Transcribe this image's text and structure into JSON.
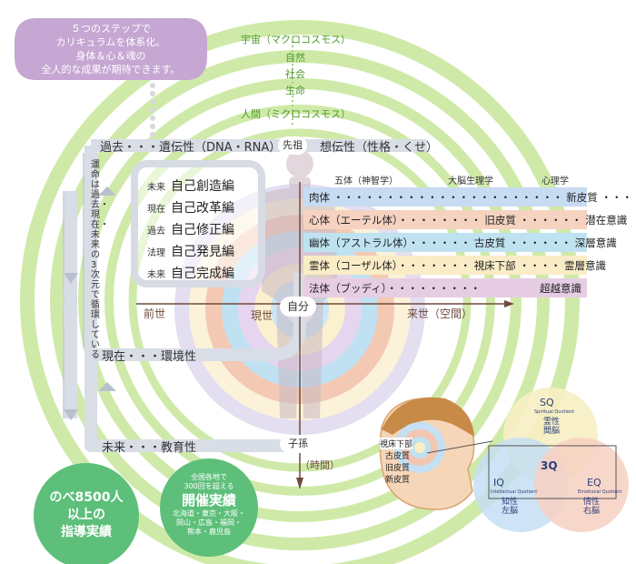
{
  "callout": {
    "lines": [
      "５つのステップで",
      "カリキュラムを体系化。",
      "身体＆心＆魂の",
      "全人的な成果が期待できます。"
    ]
  },
  "cosmos": {
    "top": "宇宙（マクロコスモス）",
    "middle": [
      "自然",
      "社会",
      "生命"
    ],
    "bottom": "人間（ミクロコスモス）"
  },
  "time_rows": {
    "past": "過去・・・遺伝性（DNA・RNA）",
    "ancestor": "先祖",
    "heredity_mind": "想伝性（性格・くせ）",
    "present": "現在・・・環境性",
    "future": "未来・・・教育性",
    "descendant": "子孫"
  },
  "vertical_caption": "運命は過去・現在・未来の3次元で循環している",
  "courses": [
    {
      "tag": "未来",
      "name": "自己創造編"
    },
    {
      "tag": "現在",
      "name": "自己改革編"
    },
    {
      "tag": "過去",
      "name": "自己修正編"
    },
    {
      "tag": "法理",
      "name": "自己発見編"
    },
    {
      "tag": "未来",
      "name": "自己完成編"
    }
  ],
  "columns": {
    "c1": "五体（神智学）",
    "c2": "大脳生理学",
    "c3": "心理学"
  },
  "bands": [
    {
      "text": "肉体 ・・・・・・・・・・・・・・・・・・・・・・ 新皮質 ・・・・・・ 顕在意識",
      "color": "#c7dbf2"
    },
    {
      "text": "心体（エーテル体）・・・・・・・・ 旧皮質 ・・・・・・ 潜在意識",
      "color": "#f6d2c1"
    },
    {
      "text": "幽体（アストラル体）・・・・・・ 古皮質 ・・・・・・ 深層意識",
      "color": "#bfe2f1"
    },
    {
      "text": "霊体（コーザル体）・・・・・・・ 視床下部 ・・・・ 霊層意識",
      "color": "#f9ecc6"
    },
    {
      "text": "法体（ブッディ）・・・・・・・・・",
      "right": "超越意識",
      "color": "#e6cde3"
    }
  ],
  "axis": {
    "past": "前世",
    "present": "現世",
    "self": "自分",
    "future": "来世（空間）",
    "time": "（時間）"
  },
  "badge_left": {
    "lines": [
      "のべ8500人",
      "以上の",
      "指導実績"
    ]
  },
  "badge_right": {
    "small1": "全国各地で",
    "small2": "300回を超える",
    "main": "開催実績",
    "places": [
      "北海道・東京・大阪・",
      "岡山・広島・福岡・",
      "熊本・鹿児島"
    ]
  },
  "brain_labels": [
    "視床下部",
    "古皮質",
    "旧皮質",
    "新皮質"
  ],
  "venn": {
    "top": "SQ",
    "top_sub1": "Spiritual Quotient",
    "top_sub2": "霊性",
    "top_sub3": "間脳",
    "left": "IQ",
    "left_sub1": "Intellectual Quotient",
    "left_sub2": "知性",
    "left_sub3": "左脳",
    "right": "EQ",
    "right_sub1": "Emotional Quotient",
    "right_sub2": "情性",
    "right_sub3": "右脳",
    "center": "3Q"
  },
  "colors": {
    "ring_green": "#c6e79c",
    "green_text": "#4e9a2c",
    "purple": "#b995c8",
    "gray_pipe": "#d8dce4",
    "teal_badge": "#5cc07b"
  }
}
